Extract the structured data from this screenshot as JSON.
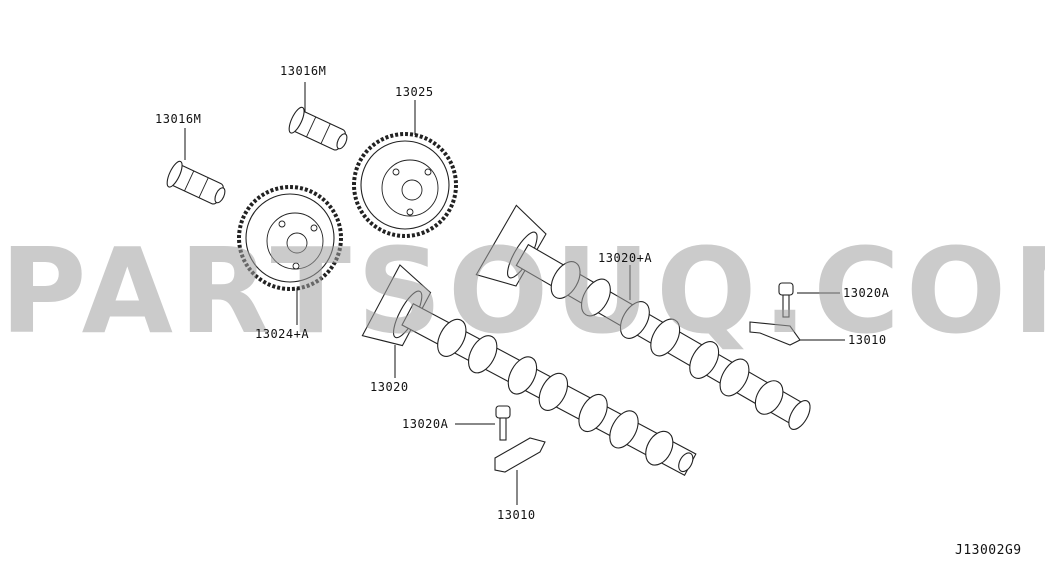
{
  "diagram": {
    "watermark": "PARTSOUQ.COM",
    "code": "J13002G9",
    "labels": {
      "solenoid_upper": "13016M",
      "solenoid_left": "13016M",
      "sprocket_exhaust": "13025",
      "sprocket_intake": "13024+A",
      "camshaft_intake": "13020",
      "camshaft_exhaust": "13020+A",
      "bolt_right": "13020A",
      "bolt_lower": "13020A",
      "bracket_right": "13010",
      "bracket_lower": "13010"
    }
  }
}
